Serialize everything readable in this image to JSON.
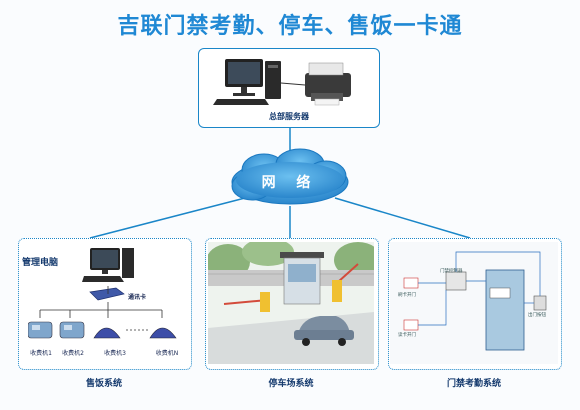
{
  "title": "吉联门禁考勤、停车、售饭一卡通",
  "server": {
    "label": "总部服务器"
  },
  "network": {
    "label": "网 络"
  },
  "canteen": {
    "manager_label": "管理电脑",
    "comm_card_label": "通讯卡",
    "terminals": [
      "收费机1",
      "收费机2",
      "收费机3",
      "收费机N"
    ],
    "label": "售饭系统"
  },
  "parking": {
    "label": "停车场系统"
  },
  "access": {
    "label": "门禁考勤系统",
    "items": [
      "门禁控制器",
      "出门按钮",
      "刷卡开门",
      "读卡开门"
    ]
  },
  "colors": {
    "title": "#1f88d4",
    "box_border": "#1a86c8",
    "cloud": "#3a9ad9",
    "label": "#153a6e"
  }
}
